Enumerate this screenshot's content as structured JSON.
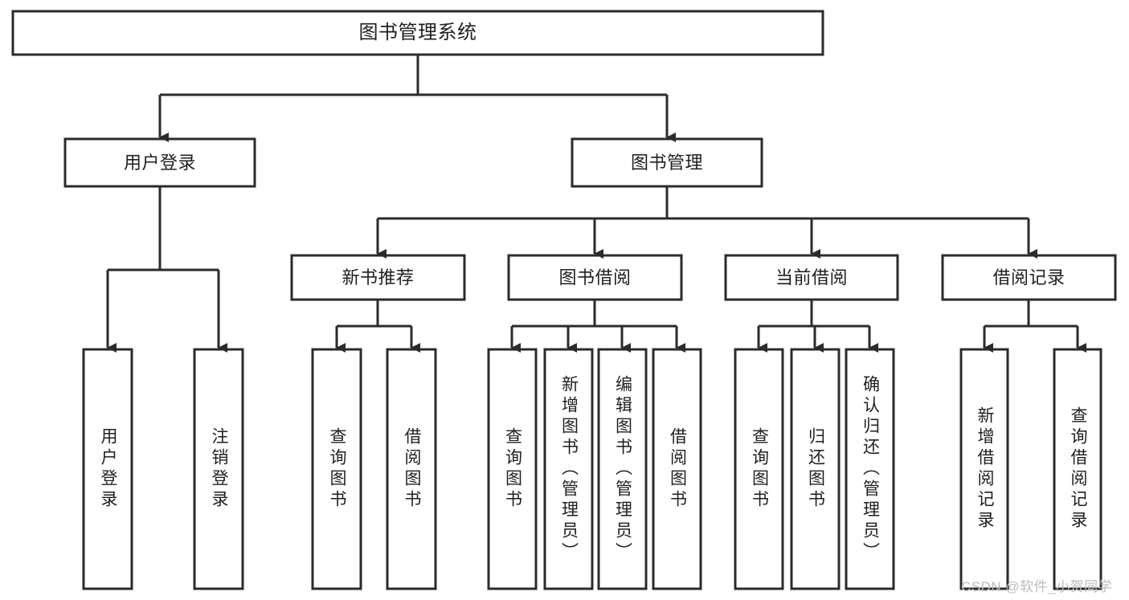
{
  "diagram": {
    "title": "图书管理系统",
    "type": "tree-hierarchy-diagram",
    "watermark": "CSDN @软件_小贺同学",
    "colors": {
      "stroke": "#2b2b2b",
      "fill": "#ffffff",
      "text": "#1f1f1f",
      "watermark": "#bcbcbc"
    },
    "nodes": {
      "root": {
        "label": "图书管理系统"
      },
      "level1": [
        {
          "id": "user-login",
          "label": "用户登录"
        },
        {
          "id": "book-management",
          "label": "图书管理"
        }
      ],
      "level2": [
        {
          "id": "new-book-recommend",
          "label": "新书推荐",
          "parent": "book-management"
        },
        {
          "id": "book-borrow",
          "label": "图书借阅",
          "parent": "book-management"
        },
        {
          "id": "current-borrow",
          "label": "当前借阅",
          "parent": "book-management"
        },
        {
          "id": "borrow-record",
          "label": "借阅记录",
          "parent": "book-management"
        }
      ],
      "leaves": [
        {
          "id": "leaf-user-login",
          "label": "用户登录",
          "parent": "user-login"
        },
        {
          "id": "leaf-logout-login",
          "label": "注销登录",
          "parent": "user-login"
        },
        {
          "id": "leaf-query-book-1",
          "label": "查询图书",
          "parent": "new-book-recommend"
        },
        {
          "id": "leaf-borrow-book-1",
          "label": "借阅图书",
          "parent": "new-book-recommend"
        },
        {
          "id": "leaf-query-book-2",
          "label": "查询图书",
          "parent": "book-borrow"
        },
        {
          "id": "leaf-add-book",
          "label": "新增图书（管理员）",
          "parent": "book-borrow"
        },
        {
          "id": "leaf-edit-book",
          "label": "编辑图书（管理员）",
          "parent": "book-borrow"
        },
        {
          "id": "leaf-borrow-book-2",
          "label": "借阅图书",
          "parent": "book-borrow"
        },
        {
          "id": "leaf-query-book-3",
          "label": "查询图书",
          "parent": "current-borrow"
        },
        {
          "id": "leaf-return-book",
          "label": "归还图书",
          "parent": "current-borrow"
        },
        {
          "id": "leaf-confirm-return",
          "label": "确认归还（管理员）",
          "parent": "current-borrow"
        },
        {
          "id": "leaf-add-record",
          "label": "新增借阅记录",
          "parent": "borrow-record"
        },
        {
          "id": "leaf-query-record",
          "label": "查询借阅记录",
          "parent": "borrow-record"
        }
      ]
    }
  }
}
